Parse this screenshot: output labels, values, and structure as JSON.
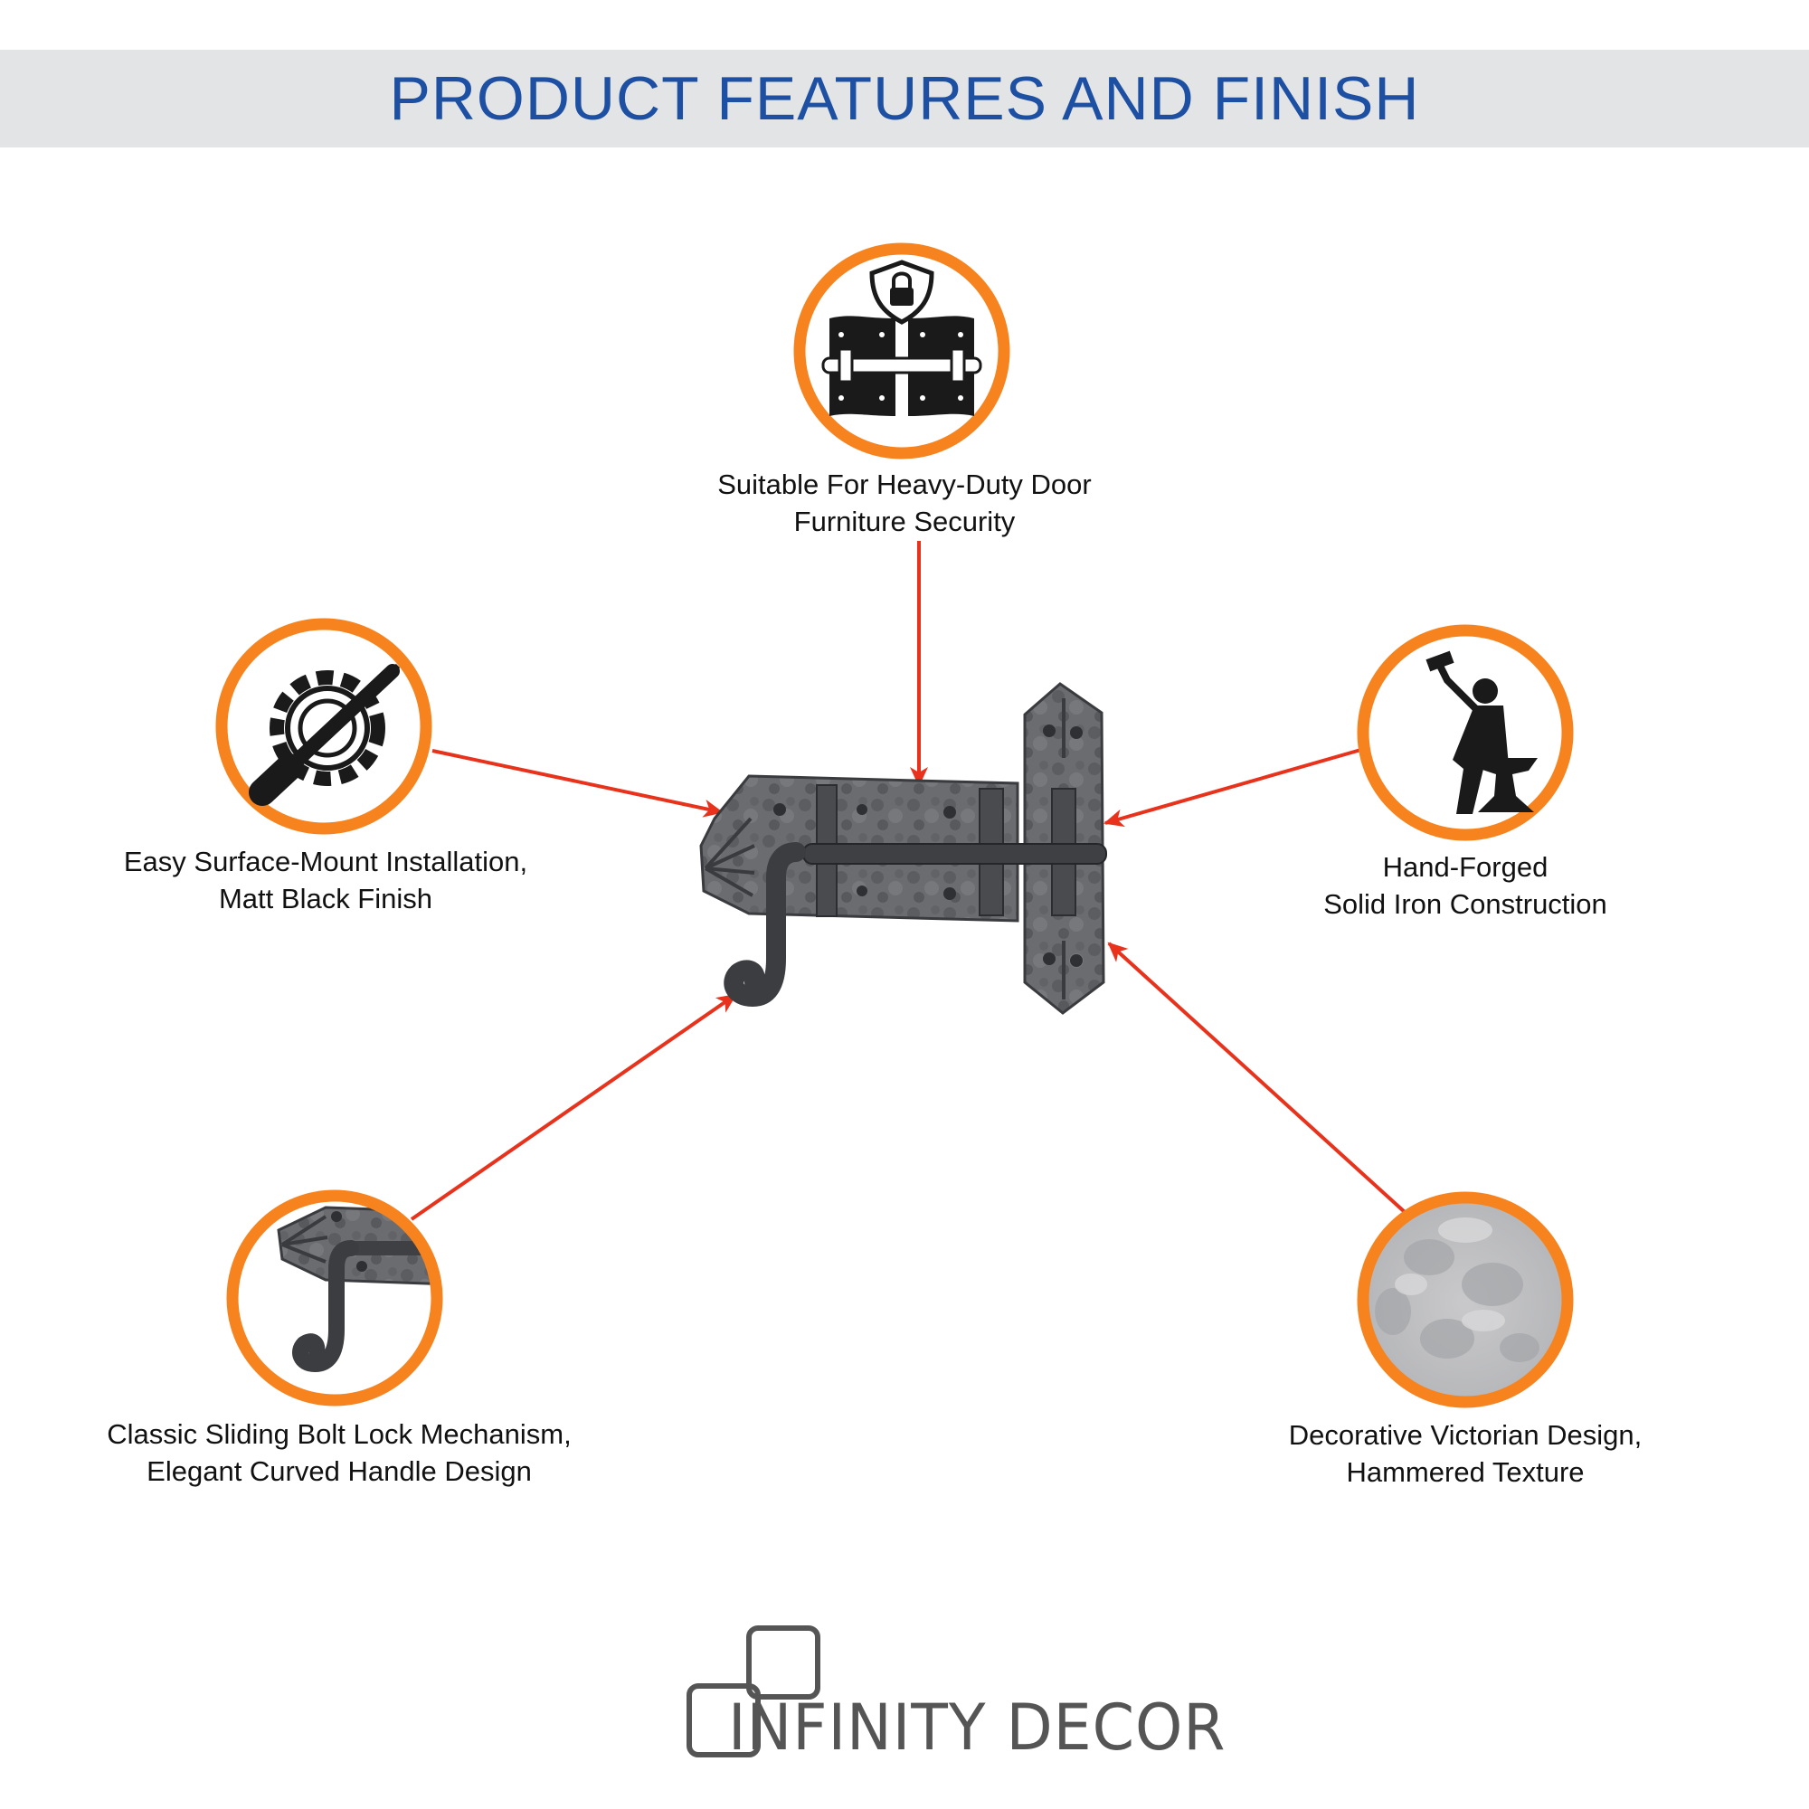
{
  "banner": {
    "title": "PRODUCT FEATURES AND FINISH"
  },
  "features": [
    {
      "id": "security",
      "icon": "shield-lock-icon",
      "lines": [
        "Suitable For Heavy-Duty Door",
        "Furniture Security"
      ]
    },
    {
      "id": "install",
      "icon": "gear-screwdriver-icon",
      "lines": [
        "Easy Surface-Mount Installation,",
        "Matt Black Finish"
      ]
    },
    {
      "id": "forged",
      "icon": "blacksmith-anvil-icon",
      "lines": [
        "Hand-Forged",
        "Solid Iron Construction"
      ]
    },
    {
      "id": "mechanism",
      "icon": "curved-handle-icon",
      "lines": [
        "Classic Sliding Bolt Lock Mechanism,",
        "Elegant Curved Handle Design"
      ]
    },
    {
      "id": "texture",
      "icon": "hammered-texture-icon",
      "lines": [
        "Decorative Victorian Design,",
        "Hammered Texture"
      ]
    }
  ],
  "brand": {
    "name": "INFINITY DECOR"
  },
  "colors": {
    "accent_ring": "#f7831f",
    "arrow": "#e8321c",
    "banner_bg": "#e3e4e6",
    "title": "#1d4fa3",
    "iron": "#4a4b4f"
  }
}
